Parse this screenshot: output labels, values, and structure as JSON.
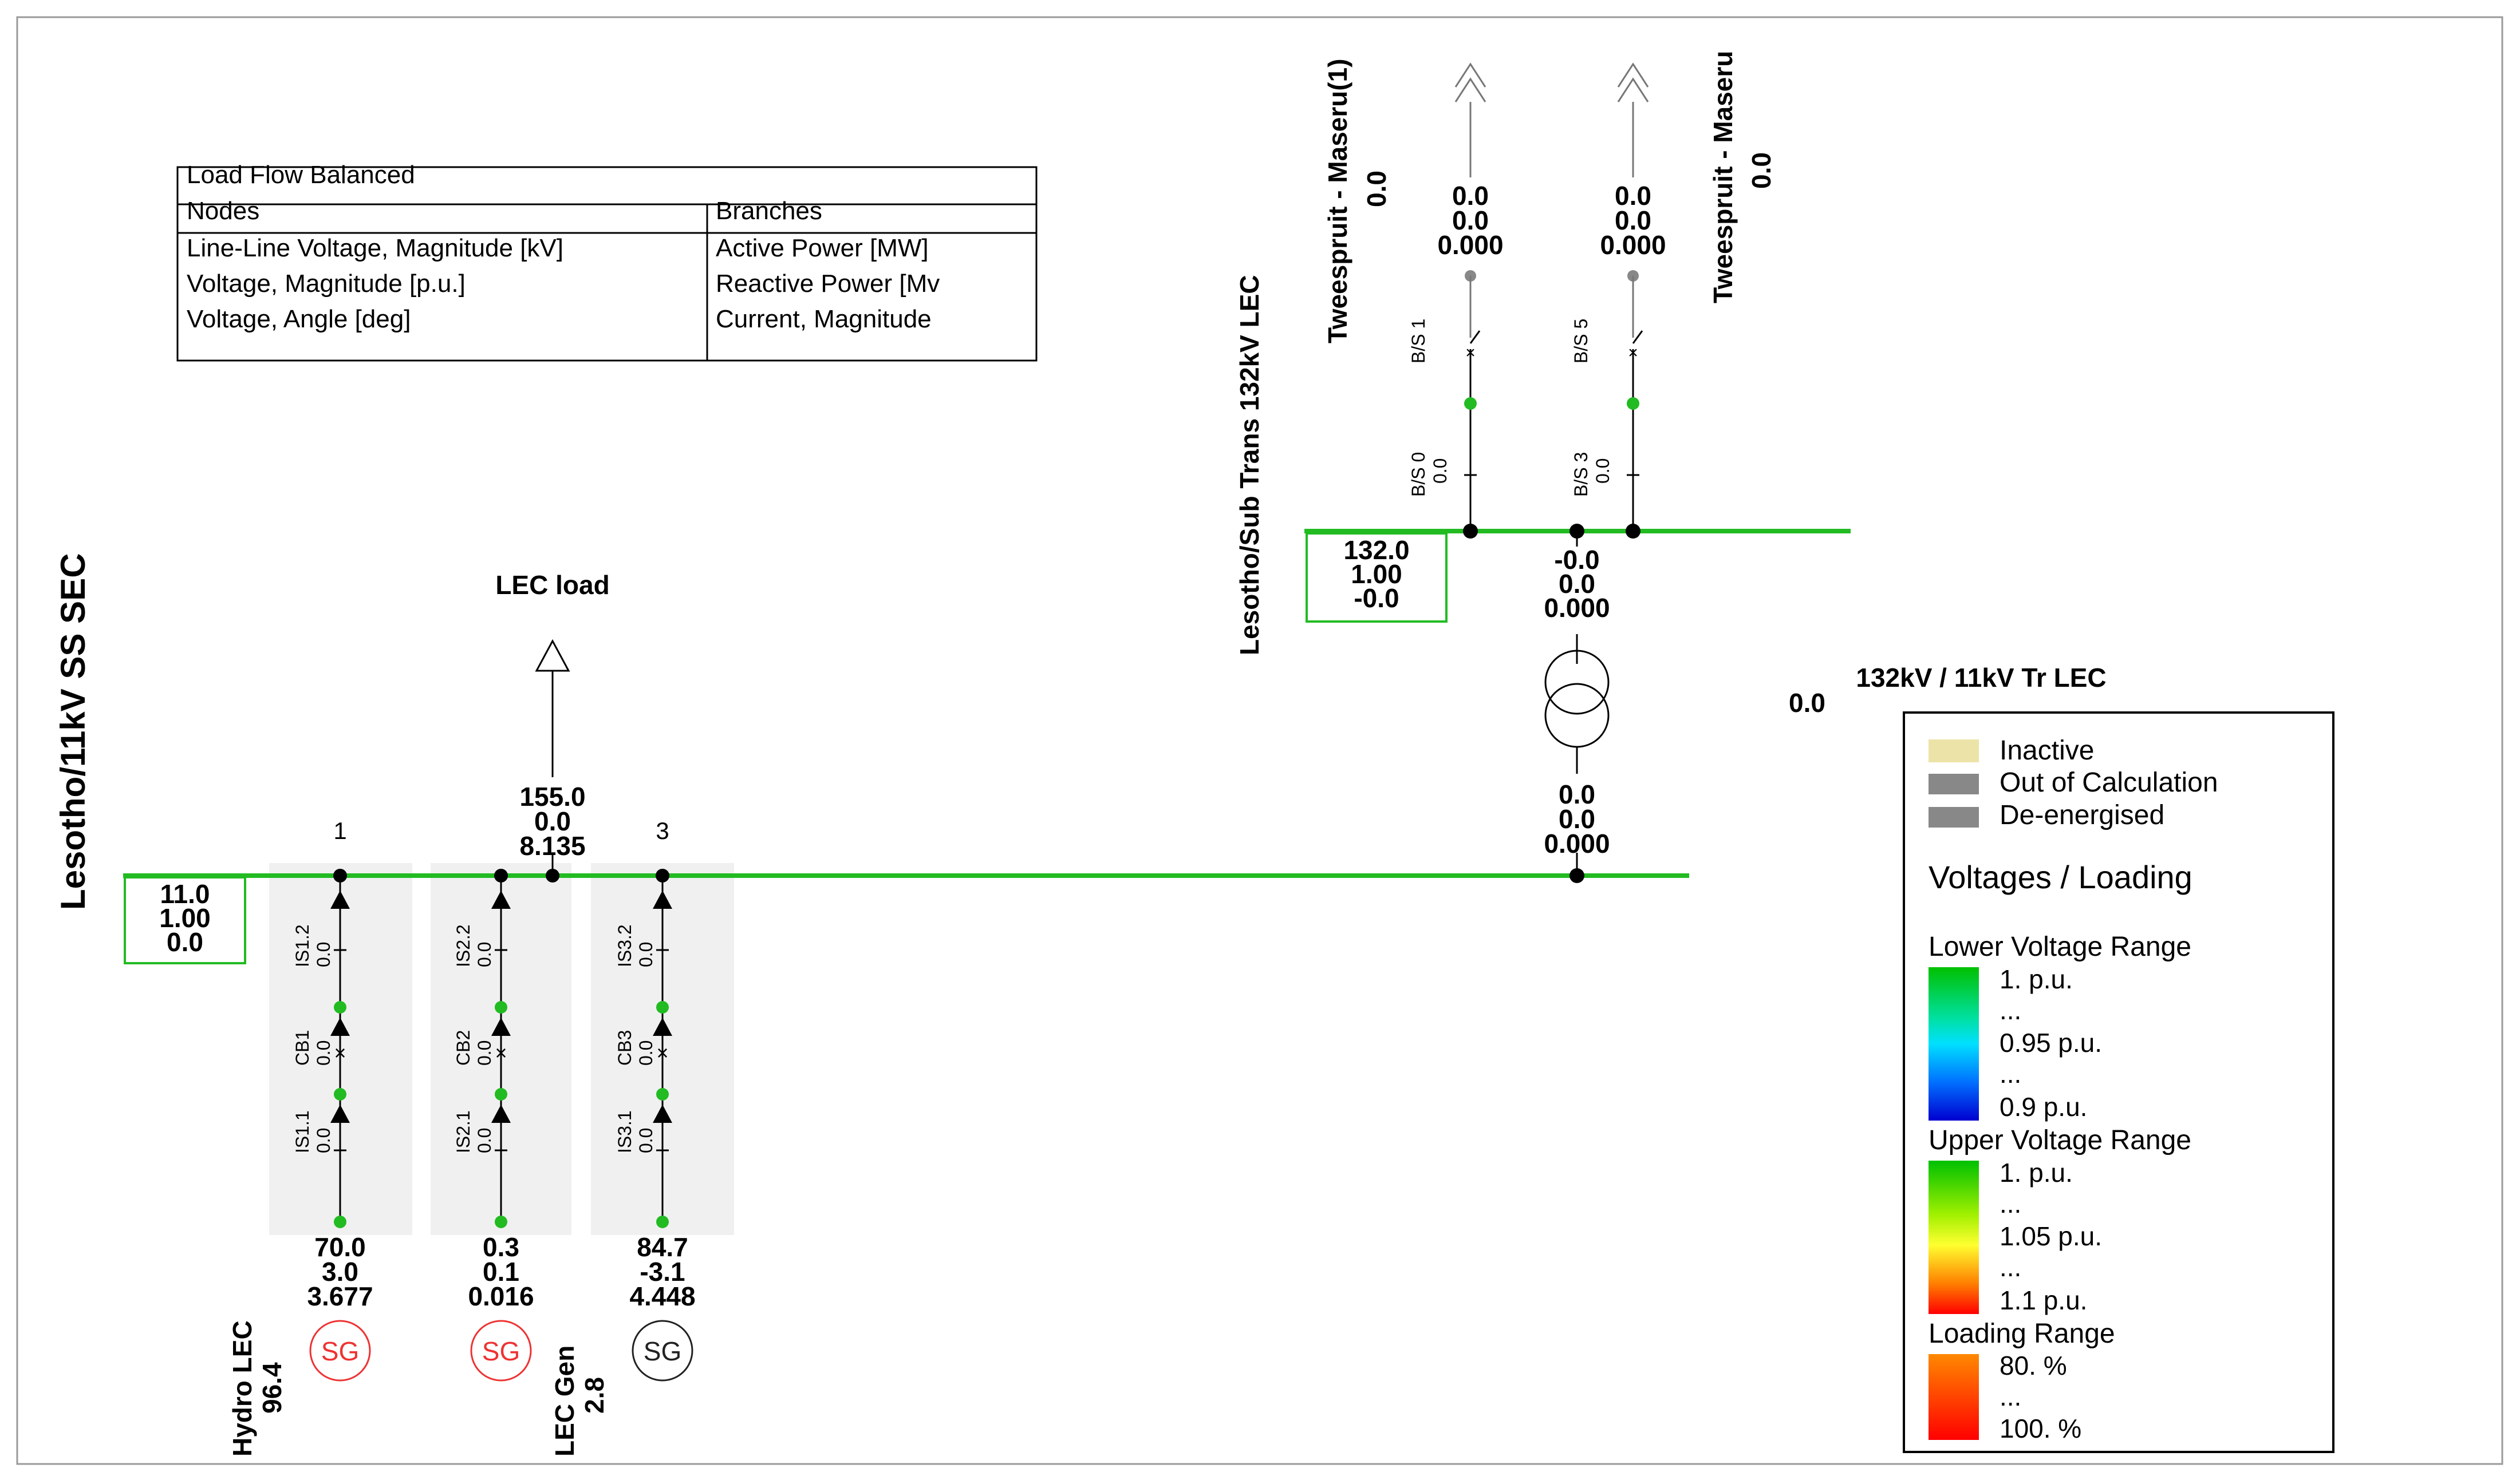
{
  "colors": {
    "busbar": "#22bb22",
    "node_green": "#22bb22",
    "generator_red": "#ee3333",
    "generator_black": "#222222",
    "feeder_bg": "#f0f0f0",
    "legend_inactive": "#ece3a8",
    "legend_grey": "#888888"
  },
  "legend_table": {
    "title": "Load Flow Balanced",
    "nodes_header": "Nodes",
    "branches_header": "Branches",
    "node_rows": [
      "Line-Line Voltage, Magnitude [kV]",
      "Voltage, Magnitude [p.u.]",
      "Voltage, Angle [deg]"
    ],
    "branch_rows": [
      "Active Power [MW]",
      "Reactive Power [Mv",
      "Current, Magnitude"
    ]
  },
  "busbars": {
    "ss11": {
      "name": "Lesotho/11kV SS SEC",
      "result_box": [
        "11.0",
        "1.00",
        "0.0"
      ]
    },
    "sub132": {
      "name": "Lesotho/Sub Trans 132kV LEC",
      "result_box": [
        "132.0",
        "1.00",
        "-0.0"
      ]
    }
  },
  "load": {
    "name": "LEC load",
    "results": [
      "155.0",
      "0.0",
      "8.135"
    ]
  },
  "feeders": [
    {
      "number": "1",
      "is_top": "IS1.2",
      "is_top_val": "0.0",
      "cb": "CB1",
      "cb_val": "0.0",
      "is_bot": "IS1.1",
      "is_bot_val": "0.0",
      "results": [
        "70.0",
        "3.0",
        "3.677"
      ],
      "gen_symbol": "SG",
      "gen_name": "Hydro LEC",
      "gen_value": "96.4"
    },
    {
      "number": "",
      "is_top": "IS2.2",
      "is_top_val": "0.0",
      "cb": "CB2",
      "cb_val": "0.0",
      "is_bot": "IS2.1",
      "is_bot_val": "0.0",
      "results": [
        "0.3",
        "0.1",
        "0.016"
      ],
      "gen_symbol": "SG",
      "gen_name": "",
      "gen_value": ""
    },
    {
      "number": "3",
      "is_top": "IS3.2",
      "is_top_val": "0.0",
      "cb": "CB3",
      "cb_val": "0.0",
      "is_bot": "IS3.1",
      "is_bot_val": "0.0",
      "results": [
        "84.7",
        "-3.1",
        "4.448"
      ],
      "gen_symbol": "SG",
      "gen_name": "LEC Gen",
      "gen_value": "2.8"
    }
  ],
  "transformer": {
    "name": "132kV / 11kV Tr LEC",
    "loading": "0.0",
    "hv_results": [
      "-0.0",
      "0.0",
      "0.000"
    ],
    "lv_results": [
      "0.0",
      "0.0",
      "0.000"
    ]
  },
  "lines": [
    {
      "name": "Tweespruit - Maseru(1)",
      "loading": "0.0",
      "results": [
        "0.0",
        "0.0",
        "0.000"
      ],
      "switch_top": "B/S 1",
      "switch_bottom": "B/S 0",
      "switch_bottom_val": "0.0"
    },
    {
      "name": "Tweespruit - Maseru",
      "loading": "0.0",
      "results": [
        "0.0",
        "0.0",
        "0.000"
      ],
      "switch_top": "B/S 5",
      "switch_bottom": "B/S 3",
      "switch_bottom_val": "0.0"
    }
  ],
  "legend": {
    "inactive": "Inactive",
    "out_of_calc": "Out of Calculation",
    "deenergised": "De-energised",
    "title": "Voltages / Loading",
    "lower_title": "Lower Voltage Range",
    "lower_labels": [
      "1. p.u.",
      "...",
      "0.95 p.u.",
      "...",
      "0.9 p.u."
    ],
    "upper_title": "Upper Voltage Range",
    "upper_labels": [
      "1. p.u.",
      "...",
      "1.05 p.u.",
      "...",
      "1.1 p.u."
    ],
    "loading_title": "Loading Range",
    "loading_labels": [
      "80. %",
      "...",
      "100. %"
    ]
  }
}
